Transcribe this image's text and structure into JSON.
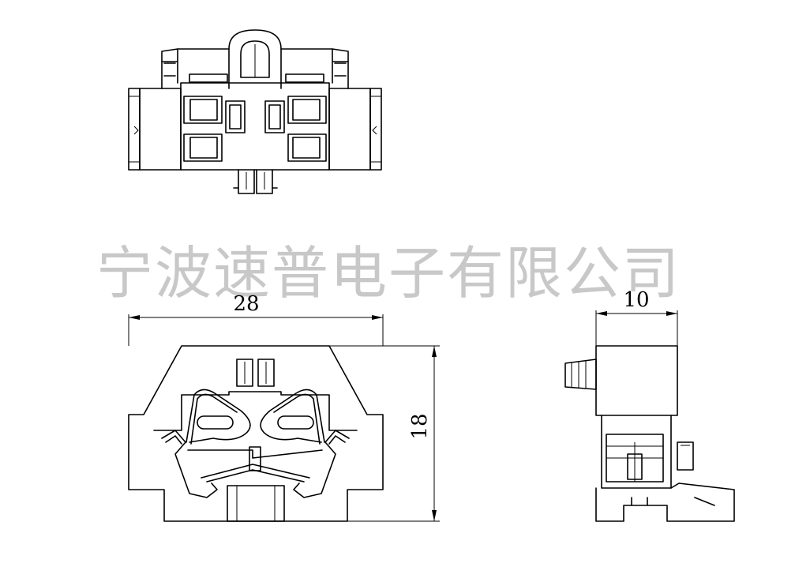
{
  "watermark": "宁波速普电子有限公司",
  "dimensions": {
    "width_front": "28",
    "height_front": "18",
    "width_side": "10"
  },
  "colors": {
    "line": "#000000",
    "watermark": "#c8c8c8",
    "background": "#ffffff"
  }
}
